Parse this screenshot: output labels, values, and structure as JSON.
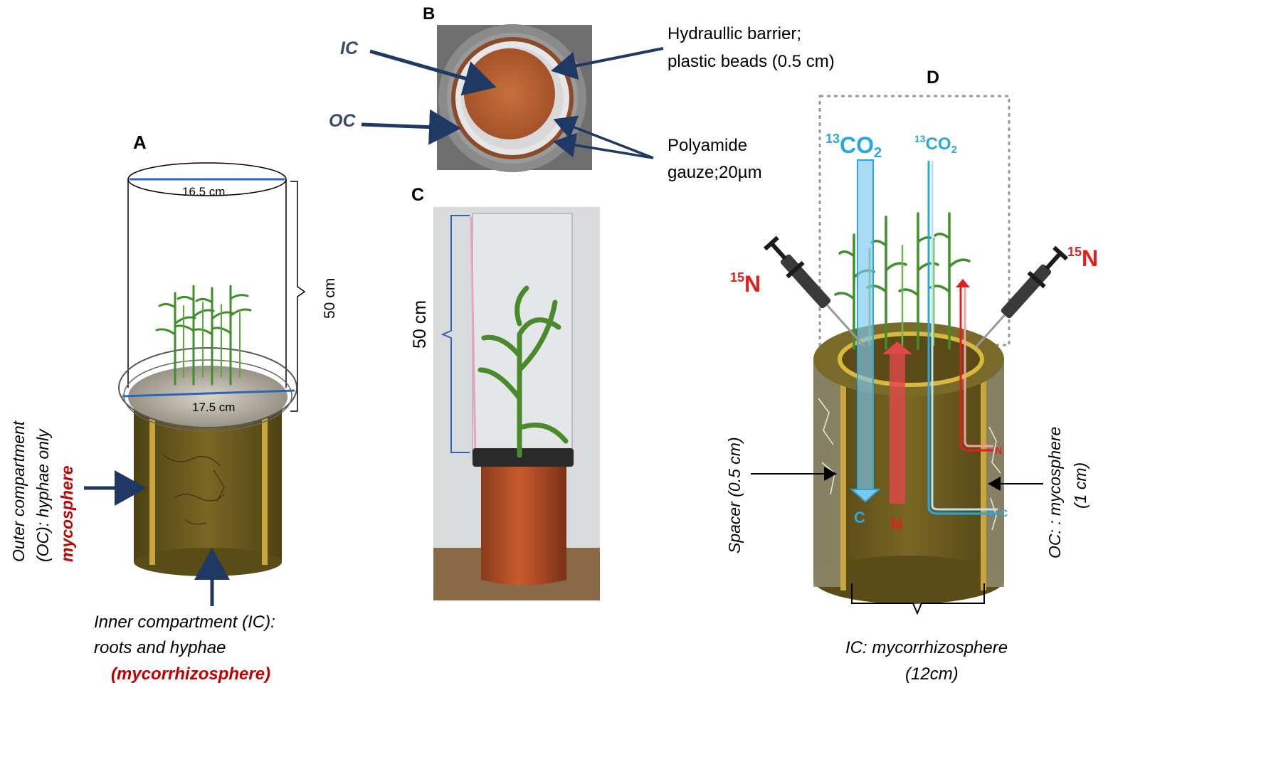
{
  "panels": {
    "a": {
      "letter": "A",
      "top_diameter": "16.5 cm",
      "bottom_diameter": "17.5 cm",
      "height": "50 cm",
      "oc_line1": "Outer compartment",
      "oc_line2": "(OC): hyphae only",
      "oc_line3": "mycosphere",
      "ic_line1": "Inner compartment (IC):",
      "ic_line2": "roots and hyphae",
      "ic_line3": "(mycorrhizosphere)"
    },
    "b": {
      "letter": "B",
      "ic": "IC",
      "oc": "OC",
      "barrier_line1": "Hydraullic barrier;",
      "barrier_line2": "plastic beads (0.5 cm)",
      "gauze_line1": "Polyamide",
      "gauze_line2": "gauze;20µm"
    },
    "c": {
      "letter": "C",
      "height": "50 cm"
    },
    "d": {
      "letter": "D",
      "co2_mass": "13",
      "co2_base": "CO",
      "co2_sub": "2",
      "n_mass": "15",
      "n_symbol": "N",
      "c_letter": "C",
      "spacer": "Spacer (0.5 cm)",
      "oc_line1": "OC: : mycosphere",
      "oc_line2": "(1 cm)",
      "ic_line1": "IC: mycorrhizosphere",
      "ic_line2": "(12cm)"
    }
  },
  "colors": {
    "navy": "#1f3864",
    "blue_line": "#2e64b8",
    "dark_red": "#c00000",
    "red": "#e02020",
    "cyan": "#29a8e0",
    "soil": "#6b5a1e",
    "soil_light": "#8a7630",
    "gauze": "#c8a63c"
  }
}
